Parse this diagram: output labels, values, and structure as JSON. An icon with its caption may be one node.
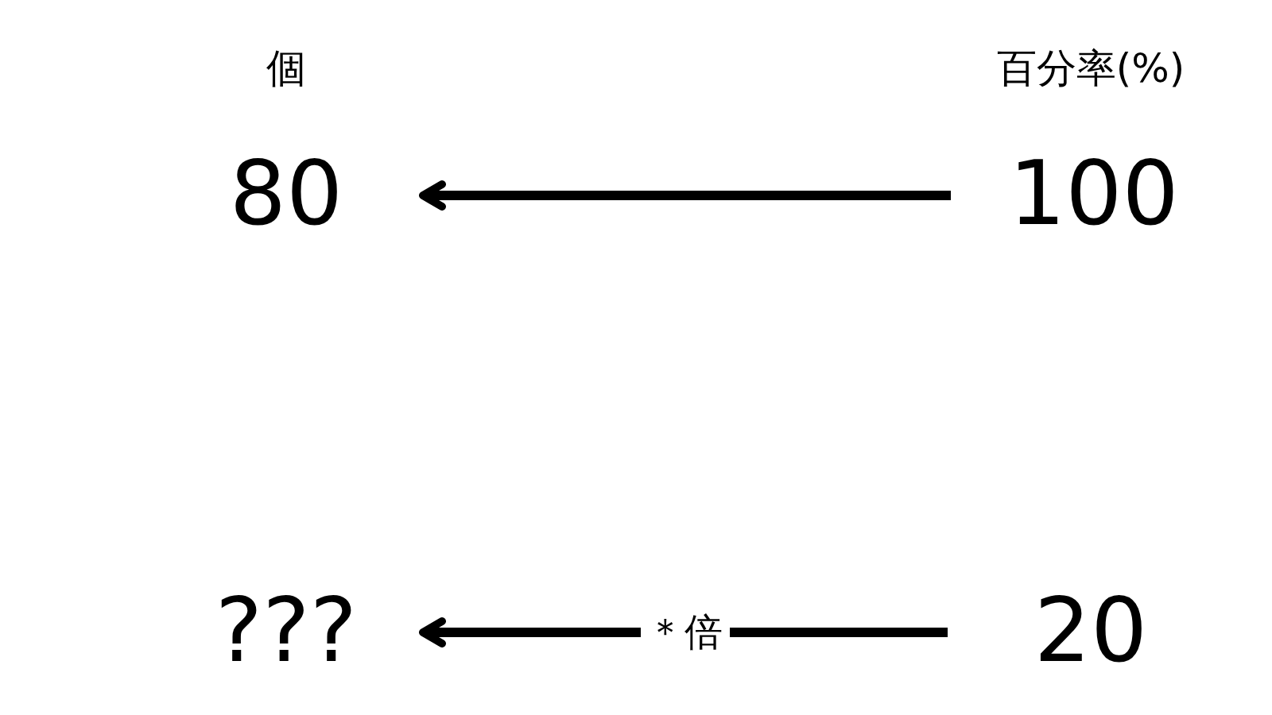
{
  "diagram": {
    "nodes": [
      {
        "text": [
          "80"
        ]
      },
      {
        "text": [
          "100"
        ]
      },
      {
        "text": [
          "???"
        ]
      },
      {
        "text": [
          "20"
        ]
      }
    ],
    "edges": [
      {
        "from": 1,
        "to": 0,
        "arrow": "to"
      },
      {
        "from": 3,
        "to": 2,
        "arrow": "to",
        "label": "＊倍"
      }
    ],
    "labels": [
      "個",
      "百分率(%)"
    ]
  }
}
